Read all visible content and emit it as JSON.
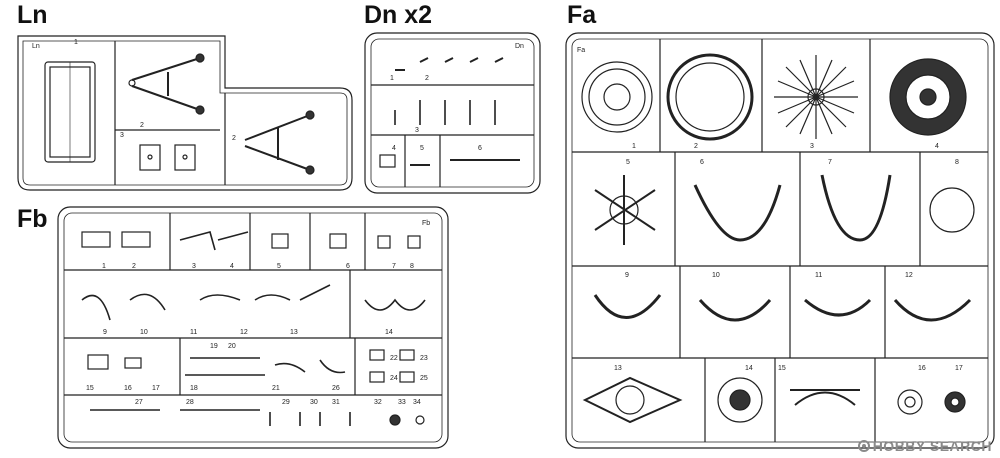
{
  "sprues": {
    "ln": {
      "title": "Ln",
      "tag": "Ln",
      "parts": [
        "1",
        "2",
        "3",
        "2"
      ]
    },
    "dn": {
      "title": "Dn x2",
      "tag": "Dn",
      "parts": [
        "1",
        "2",
        "3",
        "4",
        "5",
        "6"
      ]
    },
    "fa": {
      "title": "Fa",
      "tag": "Fa",
      "parts": [
        "1",
        "2",
        "3",
        "4",
        "5",
        "6",
        "7",
        "8",
        "9",
        "10",
        "11",
        "12",
        "13",
        "14",
        "15",
        "16",
        "17"
      ]
    },
    "fb": {
      "title": "Fb",
      "tag": "Fb",
      "parts": [
        "1",
        "2",
        "3",
        "4",
        "5",
        "6",
        "7",
        "8",
        "9",
        "10",
        "11",
        "12",
        "13",
        "14",
        "15",
        "16",
        "17",
        "18",
        "19",
        "20",
        "21",
        "22",
        "23",
        "24",
        "25",
        "26",
        "27",
        "28",
        "29",
        "30",
        "31",
        "32",
        "33",
        "34"
      ]
    }
  },
  "watermark": {
    "text": "HOBBY SEARCH",
    "logo_icon": "hobby-search-logo-icon"
  }
}
